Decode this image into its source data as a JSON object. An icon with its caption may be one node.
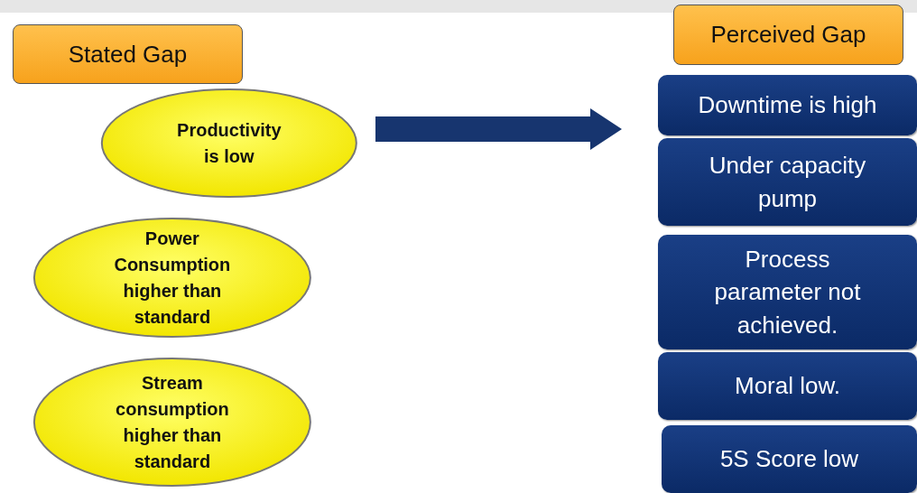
{
  "diagram": {
    "nodes": [
      {
        "text": [
          "Stated Gap"
        ]
      },
      {
        "text": [
          "Productivity is low"
        ]
      },
      {
        "text": [
          "Power Consumption higher than standard"
        ]
      },
      {
        "text": [
          "Stream consumption higher than standard"
        ]
      },
      {
        "text": [
          "Perceived Gap"
        ]
      },
      {
        "text": [
          "Downtime is high"
        ]
      },
      {
        "text": [
          "Under capacity pump"
        ]
      },
      {
        "text": [
          "Process parameter not achieved."
        ]
      },
      {
        "text": [
          "Moral low."
        ]
      },
      {
        "text": [
          "5S Score low"
        ]
      }
    ],
    "edges": []
  }
}
